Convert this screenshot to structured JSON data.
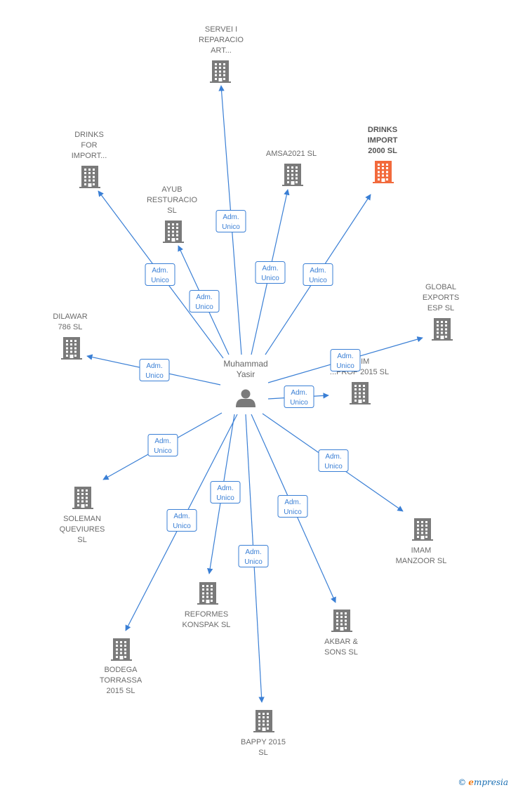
{
  "colors": {
    "edge": "#3a7fd5",
    "building": "#7a7a7a",
    "building_highlight": "#f26a3c",
    "person": "#7a7a7a"
  },
  "person": {
    "label_lines": [
      "Muhammad",
      "Yasir"
    ],
    "icon": "person-icon"
  },
  "role_label": [
    "Adm.",
    "Unico"
  ],
  "companies": [
    {
      "id": "servei",
      "label_lines": [
        "SERVEI I",
        "REPARACIO",
        "ART..."
      ],
      "highlight": false
    },
    {
      "id": "drinks-for",
      "label_lines": [
        "DRINKS",
        "FOR",
        "IMPORT..."
      ],
      "highlight": false
    },
    {
      "id": "amsa",
      "label_lines": [
        "AMSA2021  SL"
      ],
      "highlight": false
    },
    {
      "id": "drinks-import",
      "label_lines": [
        "DRINKS",
        "IMPORT",
        "2000  SL"
      ],
      "highlight": true
    },
    {
      "id": "ayub",
      "label_lines": [
        "AYUB",
        "RESTURACIO",
        "SL"
      ],
      "highlight": false
    },
    {
      "id": "global",
      "label_lines": [
        "GLOBAL",
        "EXPORTS",
        "ESP  SL"
      ],
      "highlight": false
    },
    {
      "id": "dilawar",
      "label_lines": [
        "DILAWAR",
        "786 SL"
      ],
      "highlight": false
    },
    {
      "id": "qasim",
      "label_lines": [
        "...SIM",
        "...PROP 2015  SL"
      ],
      "highlight": false
    },
    {
      "id": "soleman",
      "label_lines": [
        "SOLEMAN",
        "QUEVIURES",
        "SL"
      ],
      "highlight": false
    },
    {
      "id": "imam",
      "label_lines": [
        "IMAM",
        "MANZOOR SL"
      ],
      "highlight": false
    },
    {
      "id": "reformes",
      "label_lines": [
        "REFORMES",
        "KONSPAK SL"
      ],
      "highlight": false
    },
    {
      "id": "akbar",
      "label_lines": [
        "AKBAR &",
        "SONS  SL"
      ],
      "highlight": false
    },
    {
      "id": "bodega",
      "label_lines": [
        "BODEGA",
        "TORRASSA",
        "2015  SL"
      ],
      "highlight": false
    },
    {
      "id": "bappy",
      "label_lines": [
        "BAPPY 2015",
        "SL"
      ],
      "highlight": false
    }
  ],
  "brand": {
    "copyright": "©",
    "initial": "e",
    "rest": "mpresia"
  }
}
